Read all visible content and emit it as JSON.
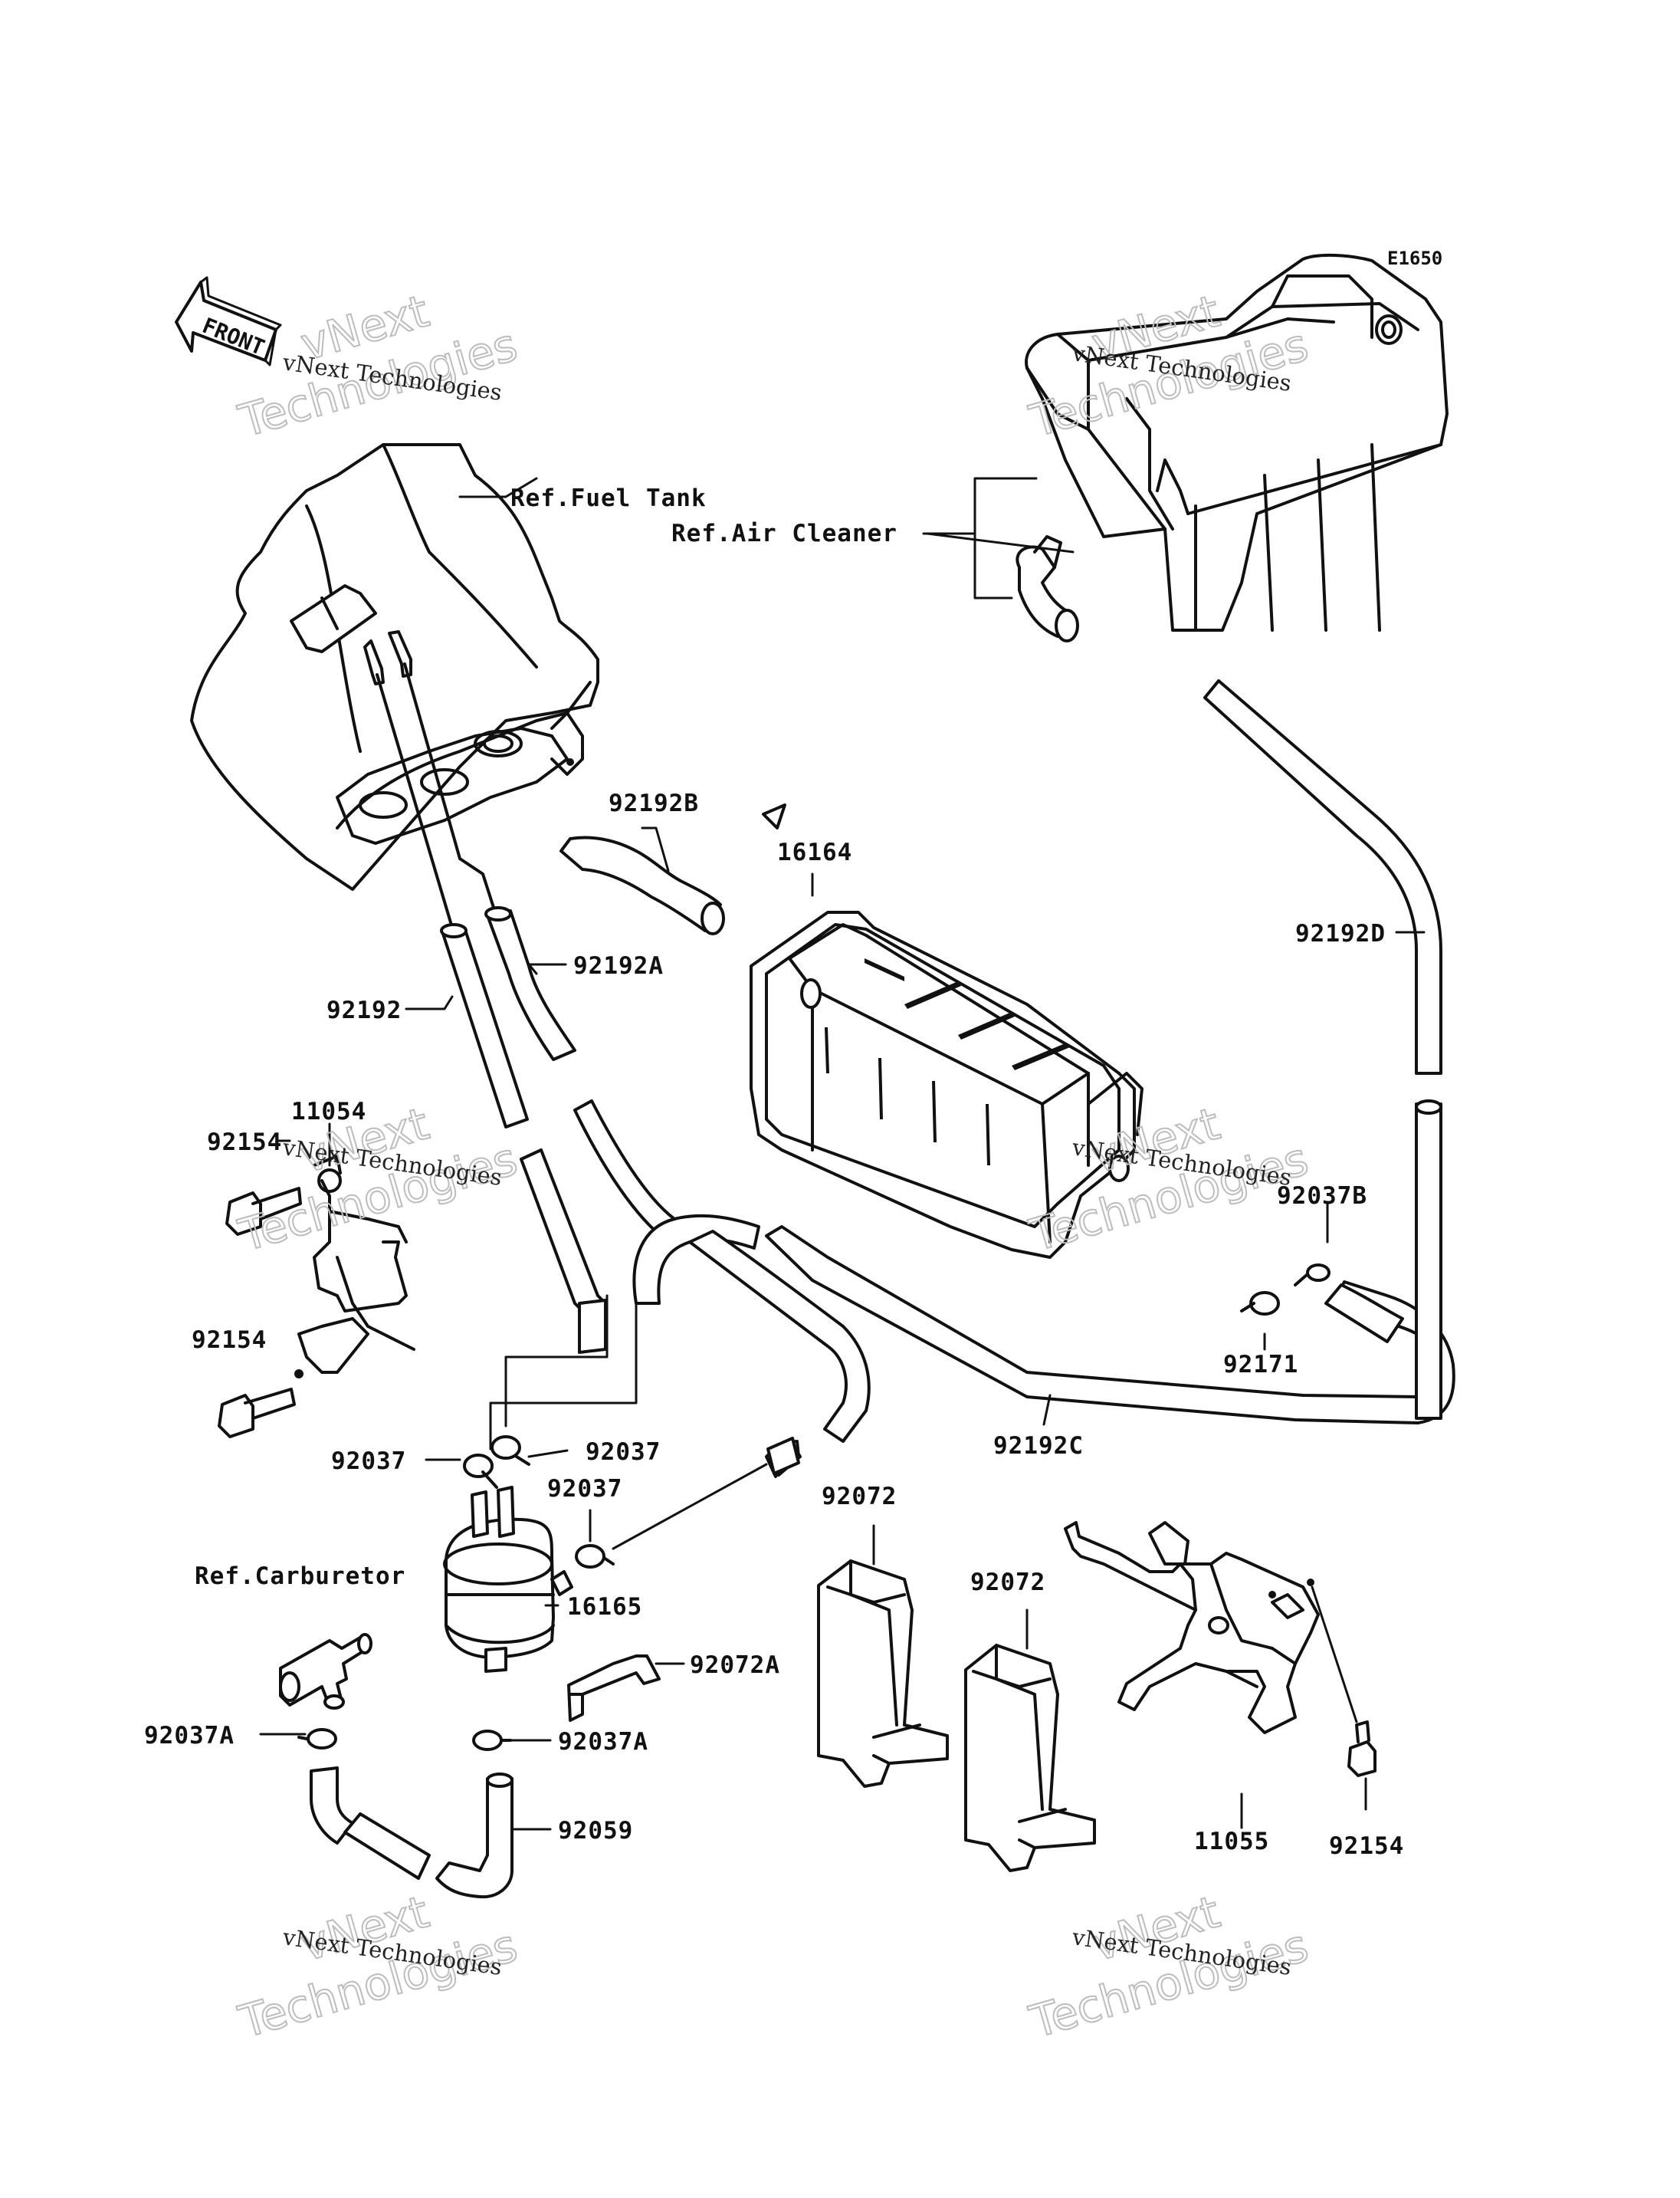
{
  "figure_code": "E1650",
  "front_label": "FRONT",
  "watermark": {
    "small": "vNext Technologies",
    "big_top": "vNext",
    "big_bottom": "Technologies"
  },
  "refs": {
    "fuel_tank": "Ref.Fuel Tank",
    "air_cleaner": "Ref.Air Cleaner",
    "carburetor": "Ref.Carburetor"
  },
  "part_numbers": {
    "p92192B": "92192B",
    "p16164": "16164",
    "p92192D": "92192D",
    "p92192A": "92192A",
    "p92192": "92192",
    "p11054": "11054",
    "p92154_top": "92154",
    "p92154_mid": "92154",
    "p92037B": "92037B",
    "p92171": "92171",
    "p92192C": "92192C",
    "p92037_left": "92037",
    "p92037_right": "92037",
    "p92037_mid": "92037",
    "p92072_left": "92072",
    "p92072_right": "92072",
    "p16165": "16165",
    "p92072A": "92072A",
    "p92037A_left": "92037A",
    "p92037A_right": "92037A",
    "p92059": "92059",
    "p11055": "11055",
    "p92154_bottom": "92154"
  }
}
